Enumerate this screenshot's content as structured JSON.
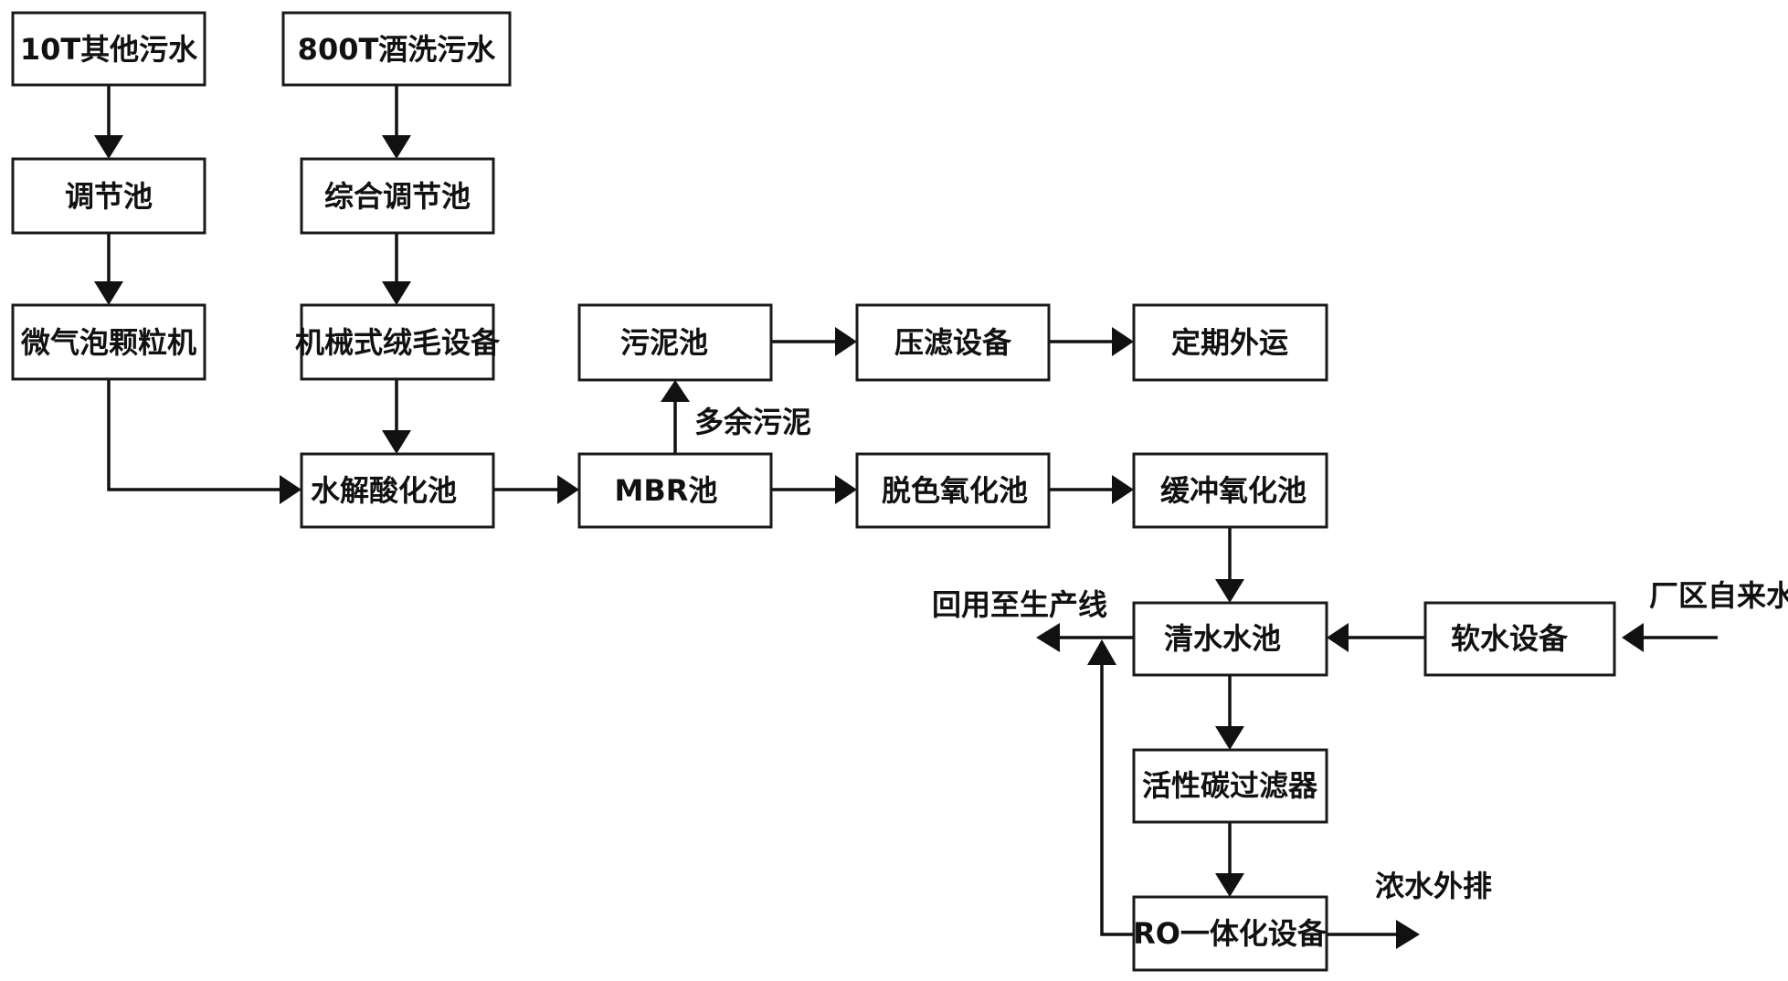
{
  "nodes": {
    "other_wastewater": "10T其他污水",
    "wash_wastewater": "800T酒洗污水",
    "regulating_tank": "调节池",
    "combined_regulating_tank": "综合调节池",
    "microbubble_machine": "微气泡颗粒机",
    "mechanical_lint_equipment": "机械式绒毛设备",
    "sludge_tank": "污泥池",
    "filter_press": "压滤设备",
    "periodic_transport": "定期外运",
    "hydrolysis_tank": "水解酸化池",
    "mbr_tank": "MBR池",
    "decolor_oxidation_tank": "脱色氧化池",
    "buffer_oxidation_tank": "缓冲氧化池",
    "clear_water_tank": "清水水池",
    "water_softener": "软水设备",
    "activated_carbon_filter": "活性碳过滤器",
    "ro_unit": "RO一体化设备"
  },
  "labels": {
    "excess_sludge": "多余污泥",
    "reuse": "回用至生产线",
    "tap_water": "厂区自来水",
    "concentrate_discharge": "浓水外排"
  }
}
